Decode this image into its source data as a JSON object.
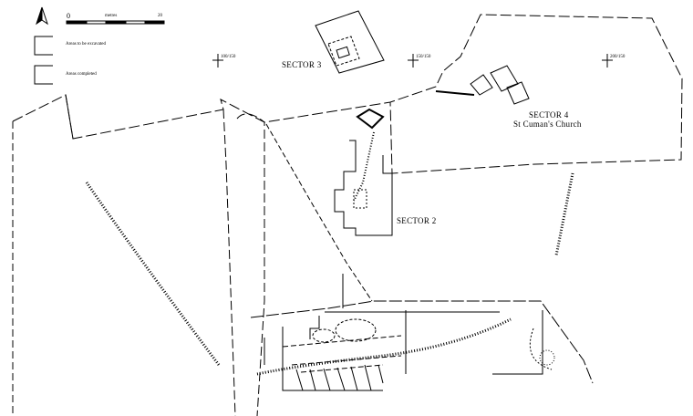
{
  "scale": {
    "start": "0",
    "unit": "metres",
    "end": "20"
  },
  "legend": [
    {
      "label": "Areas to be excavated"
    },
    {
      "label": "Areas completed"
    }
  ],
  "sectors": {
    "sector3": "SECTOR 3",
    "sector2": "SECTOR 2",
    "sector4": "SECTOR 4",
    "church": "St Cuman's Church"
  },
  "grid_labels": [
    "100/150",
    "150/150",
    "200/150"
  ],
  "colors": {
    "ink": "#000000",
    "background": "#ffffff"
  }
}
